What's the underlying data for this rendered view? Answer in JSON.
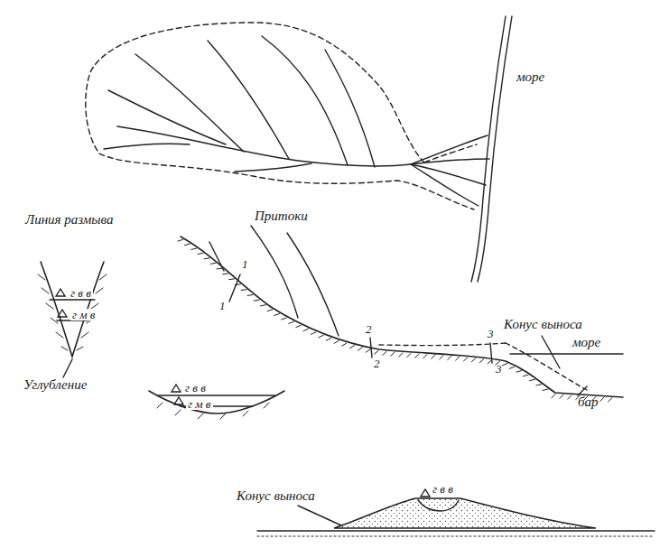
{
  "diagram": {
    "labels": [
      "море",
      "Притоки",
      "Линия размыва",
      "1",
      "1",
      "2",
      "2",
      "3",
      "3",
      "Конус выноса",
      "море",
      "бар",
      "Углубление",
      "г в в",
      "г м в",
      "г в в",
      "г м в",
      "Конус выноса",
      "г в в"
    ]
  }
}
